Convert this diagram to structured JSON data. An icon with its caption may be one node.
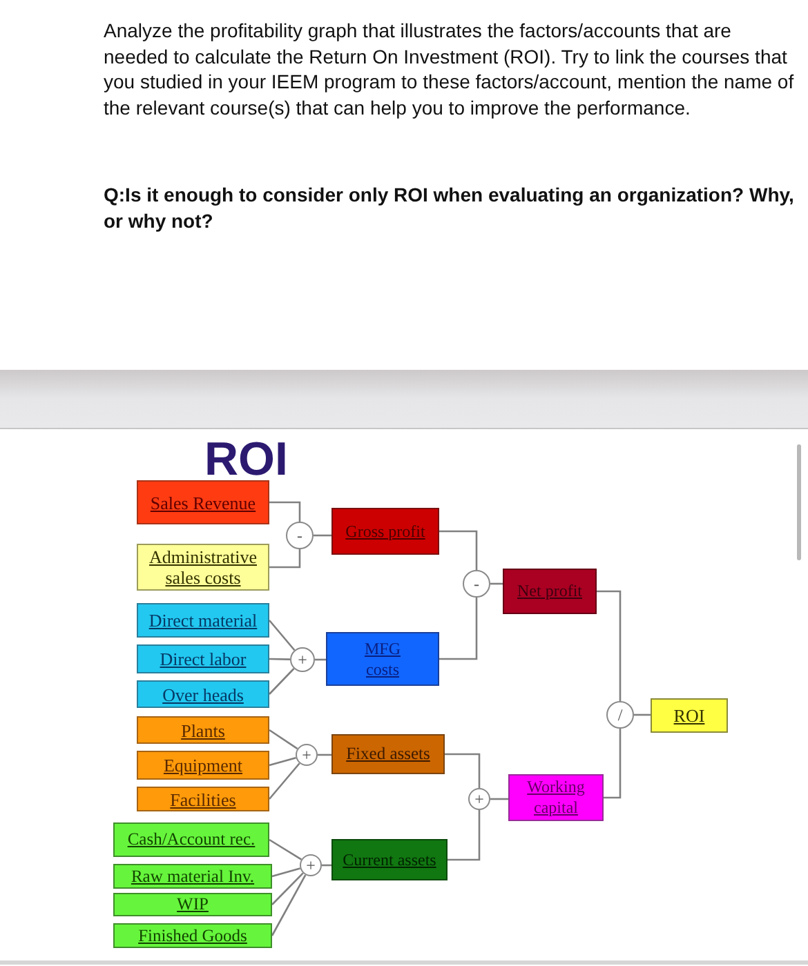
{
  "diagram": {
    "title": "ROI",
    "nodes": [
      {
        "text": [
          "Sales Revenue"
        ]
      },
      {
        "text": [
          "Administrative sales costs"
        ]
      },
      {
        "text": [
          "Direct material"
        ]
      },
      {
        "text": [
          "Direct labor"
        ]
      },
      {
        "text": [
          "Over heads"
        ]
      },
      {
        "text": [
          "Plants"
        ]
      },
      {
        "text": [
          "Equipment"
        ]
      },
      {
        "text": [
          "Facilities"
        ]
      },
      {
        "text": [
          "Cash/Account rec."
        ]
      },
      {
        "text": [
          "Raw material Inv."
        ]
      },
      {
        "text": [
          "WIP"
        ]
      },
      {
        "text": [
          "Finished Goods"
        ]
      },
      {
        "text": [
          "-"
        ]
      },
      {
        "text": [
          "+"
        ]
      },
      {
        "text": [
          "+"
        ]
      },
      {
        "text": [
          "+"
        ]
      },
      {
        "text": [
          "Gross profit"
        ]
      },
      {
        "text": [
          "MFG costs"
        ]
      },
      {
        "text": [
          "Fixed assets"
        ]
      },
      {
        "text": [
          "Current assets"
        ]
      },
      {
        "text": [
          "-"
        ]
      },
      {
        "text": [
          "+"
        ]
      },
      {
        "text": [
          "Net profit"
        ]
      },
      {
        "text": [
          "Working capital"
        ]
      },
      {
        "text": [
          "/"
        ]
      },
      {
        "text": [
          "ROI"
        ]
      },
      {
        "text": [],
        "shape": "bar"
      }
    ],
    "edges": [
      {
        "from": 0,
        "to": 12,
        "arrow": "none"
      },
      {
        "from": 1,
        "to": 12,
        "arrow": "none"
      },
      {
        "from": 12,
        "to": 16,
        "arrow": "none"
      },
      {
        "from": 2,
        "to": 13,
        "arrow": "none"
      },
      {
        "from": 3,
        "to": 13,
        "arrow": "none"
      },
      {
        "from": 4,
        "to": 13,
        "arrow": "none"
      },
      {
        "from": 13,
        "to": 17,
        "arrow": "none"
      },
      {
        "from": 5,
        "to": 14,
        "arrow": "none"
      },
      {
        "from": 6,
        "to": 14,
        "arrow": "none"
      },
      {
        "from": 7,
        "to": 14,
        "arrow": "none"
      },
      {
        "from": 14,
        "to": 18,
        "arrow": "none"
      },
      {
        "from": 8,
        "to": 15,
        "arrow": "none"
      },
      {
        "from": 9,
        "to": 15,
        "arrow": "none"
      },
      {
        "from": 10,
        "to": 15,
        "arrow": "none"
      },
      {
        "from": 11,
        "to": 15,
        "arrow": "none"
      },
      {
        "from": 15,
        "to": 19,
        "arrow": "none"
      },
      {
        "from": 16,
        "to": 20,
        "arrow": "none"
      },
      {
        "from": 17,
        "to": 20,
        "arrow": "none"
      },
      {
        "from": 20,
        "to": 22,
        "arrow": "none"
      },
      {
        "from": 18,
        "to": 21,
        "arrow": "none"
      },
      {
        "from": 19,
        "to": 21,
        "arrow": "none"
      },
      {
        "from": 21,
        "to": 23,
        "arrow": "none"
      },
      {
        "from": 22,
        "to": 24,
        "arrow": "none"
      },
      {
        "from": 23,
        "to": 24,
        "arrow": "none"
      },
      {
        "from": 24,
        "to": 25,
        "arrow": "none"
      }
    ],
    "labels": [
      "Analyze the profitability graph that illustrates the factors/accounts that are needed to calculate the Return On Investment (ROI). Try to link the courses that you studied in your IEEM program to these factors/account, mention the name of the relevant course(s) that can help you to improve the performance.",
      "Q:Is it enough to consider only ROI when evaluating an organization? Why, or why not?"
    ]
  }
}
